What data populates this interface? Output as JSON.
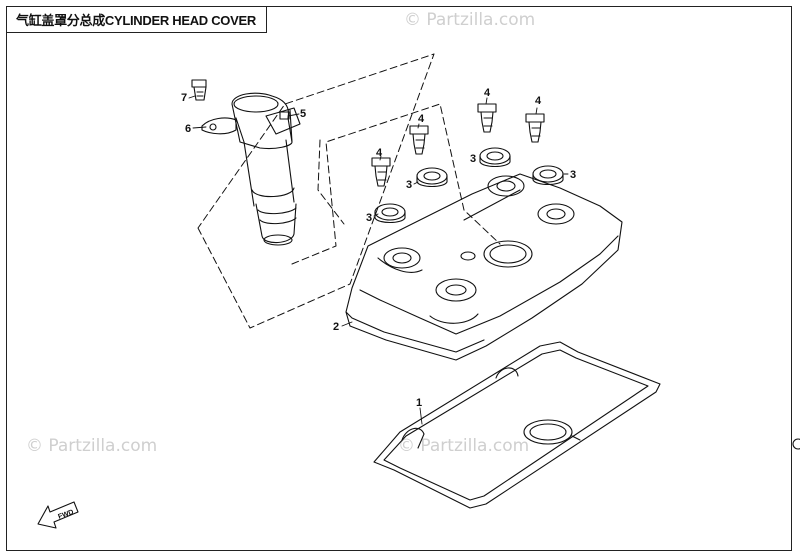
{
  "title": "气缸盖罩分总成CYLINDER HEAD COVER",
  "watermark": "© Partzilla.com",
  "fwd_label": "FWD",
  "callouts": {
    "p1": "1",
    "p2": "2",
    "p3a": "3",
    "p3b": "3",
    "p3c": "3",
    "p3d": "3",
    "p4a": "4",
    "p4b": "4",
    "p4c": "4",
    "p4d": "4",
    "p5": "5",
    "p6": "6",
    "p7": "7"
  }
}
